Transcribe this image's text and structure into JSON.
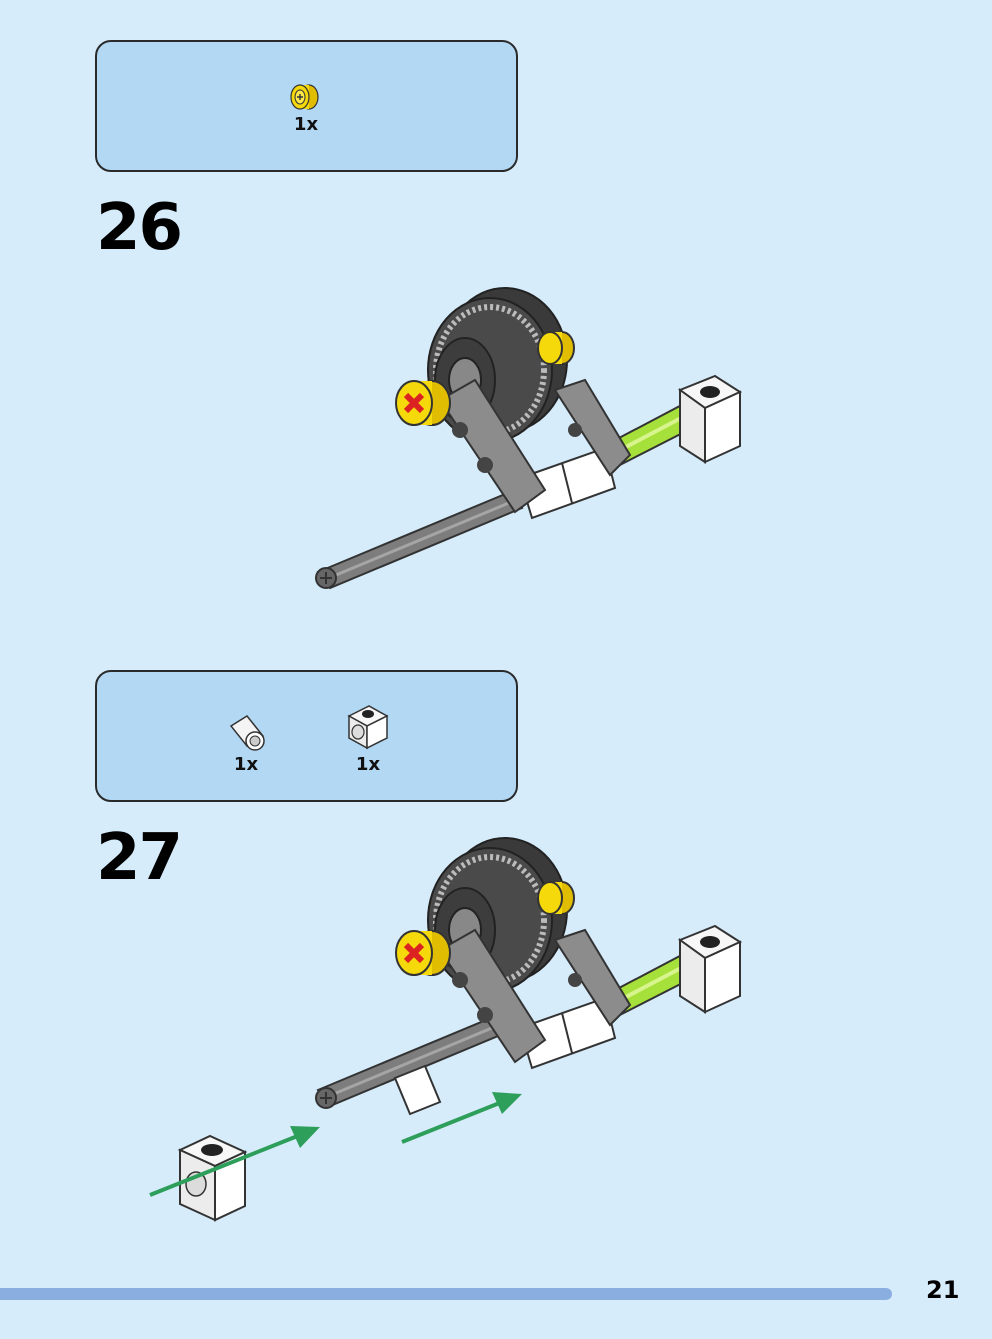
{
  "steps": [
    {
      "number": "26",
      "parts": [
        {
          "icon": "yellow-bush-icon",
          "qty": "1x"
        }
      ]
    },
    {
      "number": "27",
      "parts": [
        {
          "icon": "white-tube-icon",
          "qty": "1x"
        },
        {
          "icon": "white-technic-brick-icon",
          "qty": "1x"
        }
      ]
    }
  ],
  "page_number": "21",
  "colors": {
    "background": "#d6ecfb",
    "parts_box": "#b3d8f4",
    "page_bar": "#8aaedf",
    "arrow": "#2e9e5b",
    "lime": "#a6e03a",
    "yellow": "#f5d90a"
  }
}
